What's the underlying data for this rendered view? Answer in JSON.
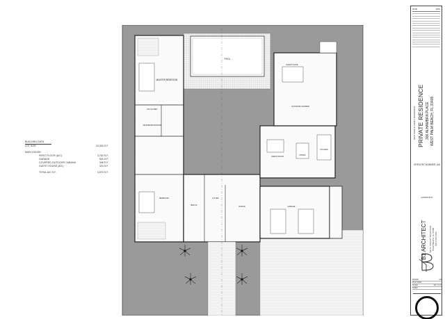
{
  "building_data": {
    "title": "BUILDING DATA",
    "lot_size_label": "LOT SIZE",
    "lot_size_value": "10,353 S.F.",
    "main_house_label": "MAIN HOUSE:",
    "first_floor_label": "FIRST FLOOR (A/C)",
    "first_floor_value": "3,763 S.F.",
    "garage_label": "GARAGE",
    "garage_value": "500 S.F.",
    "cabana_label": "COVERED OUTDOOR CABANA",
    "cabana_value": "346 S.F.",
    "guest_label": "GUEST HOUSE (A/C)",
    "guest_value": "323 S.F.",
    "total_label": "TOTAL A/C S.F.",
    "total_value": "3,570 S.F."
  },
  "rooms": {
    "pool": "POOL",
    "master_bedroom": "MASTER BEDROOM",
    "his_closet": "HIS CLOSET",
    "master_bathroom": "MASTER BATHROOM",
    "guest_suite": "GUEST SUITE",
    "outdoor_shower": "OUTDOOR SHOWER",
    "great_room": "GREAT ROOM",
    "dining": "DINING",
    "kitchen": "KITCHEN",
    "bedroom": "BEDROOM",
    "bed": "BED 02",
    "foyer": "FOYER",
    "office": "OFFICE",
    "garage": "GARAGE"
  },
  "title_block": {
    "rev_label": "ISSUE",
    "date_label": "DATE",
    "project_subtitle": "NEW SINGLE FAMILY RESIDENCE",
    "project_title": "PRIVATE RESIDENCE",
    "address_line1": "306 ALHAMBRA PLACE",
    "address_line2": "WEST PALM BEACH, FL 33405",
    "owner": "GREGORY BOMMER, AIA",
    "license": "AA26003271",
    "firm_name": "B1 ARCHITECT",
    "firm_addr1": "720 N. COUNTY ROAD #202",
    "firm_addr2": "PALM BEACH, FL 33480",
    "firm_phone": "(561) 515-1380",
    "meta": [
      {
        "k": "DRAWN",
        "v": "GB"
      },
      {
        "k": "PLOT DATE",
        "v": ""
      },
      {
        "k": "SCALE",
        "v": "1/8\" = 1'-0\""
      },
      {
        "k": "SHEET",
        "v": ""
      }
    ]
  }
}
